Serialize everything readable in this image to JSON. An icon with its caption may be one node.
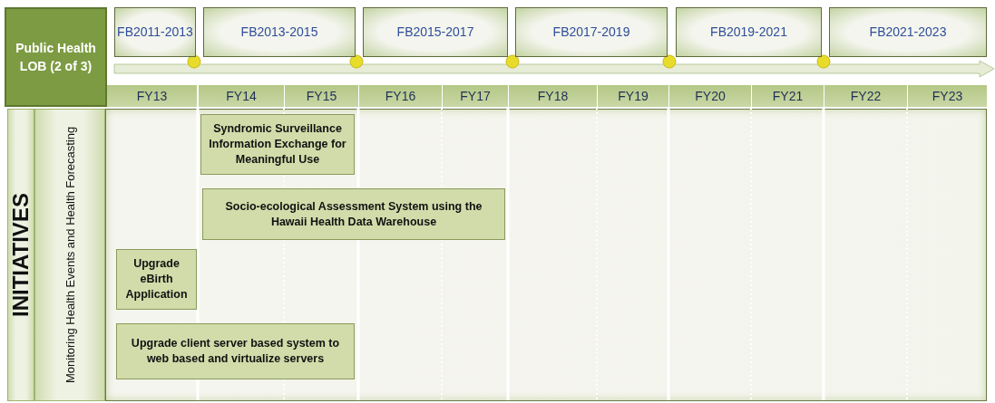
{
  "diagram": {
    "nodes": [
      {
        "text": [
          "Public Health LOB (2 of 3)"
        ]
      },
      {
        "text": [
          "FB2011-2013"
        ]
      },
      {
        "text": [
          "FB2013-2015"
        ]
      },
      {
        "text": [
          "FB2015-2017"
        ]
      },
      {
        "text": [
          "FB2017-2019"
        ]
      },
      {
        "text": [
          "FB2019-2021"
        ]
      },
      {
        "text": [
          "FB2021-2023"
        ]
      },
      {
        "text": [
          "INITIATIVES"
        ]
      },
      {
        "text": [
          "Monitoring Health Events and Health Forecasting"
        ]
      },
      {
        "text": [
          "Syndromic Surveillance Information Exchange for Meaningful Use"
        ]
      },
      {
        "text": [
          "Socio-ecological Assessment System using the Hawaii Health Data Warehouse"
        ]
      },
      {
        "text": [
          "Upgrade eBirth Application"
        ]
      },
      {
        "text": [
          "Upgrade client server based system to web based and virtualize servers"
        ]
      }
    ],
    "edges": [],
    "labels": [
      "FY13",
      "FY14",
      "FY15",
      "FY16",
      "FY17",
      "FY18",
      "FY19",
      "FY20",
      "FY21",
      "FY22",
      "FY23"
    ]
  }
}
